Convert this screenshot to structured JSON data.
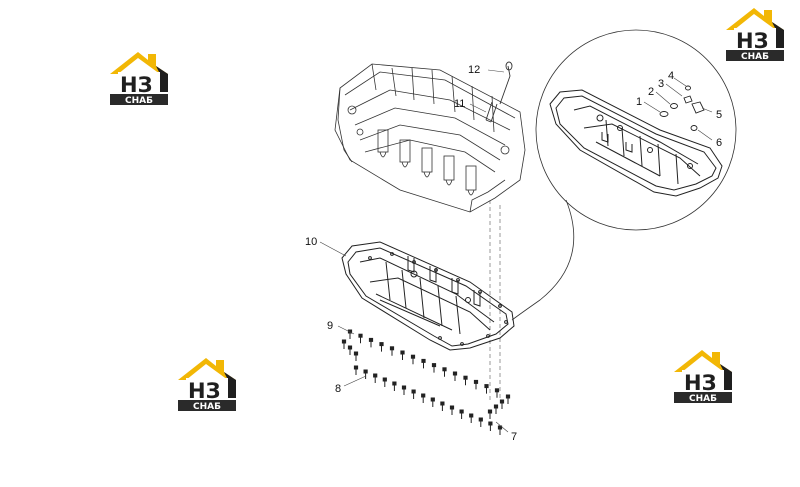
{
  "diagram": {
    "callouts": [
      {
        "id": "1",
        "text": "1"
      },
      {
        "id": "2",
        "text": "2"
      },
      {
        "id": "3",
        "text": "3"
      },
      {
        "id": "4",
        "text": "4"
      },
      {
        "id": "5",
        "text": "5"
      },
      {
        "id": "6",
        "text": "6"
      },
      {
        "id": "7",
        "text": "7"
      },
      {
        "id": "8",
        "text": "8"
      },
      {
        "id": "9",
        "text": "9"
      },
      {
        "id": "10",
        "text": "10"
      },
      {
        "id": "11",
        "text": "11"
      },
      {
        "id": "12",
        "text": "12"
      }
    ]
  },
  "watermark": {
    "letters": "НЗ",
    "word": "СНАБ",
    "colors": {
      "roof": "#f2b705",
      "dark": "#1f1f1f",
      "box": "#2a2a2a",
      "text": "#ffffff"
    }
  },
  "colors": {
    "line": "#222222",
    "bg": "#ffffff"
  }
}
